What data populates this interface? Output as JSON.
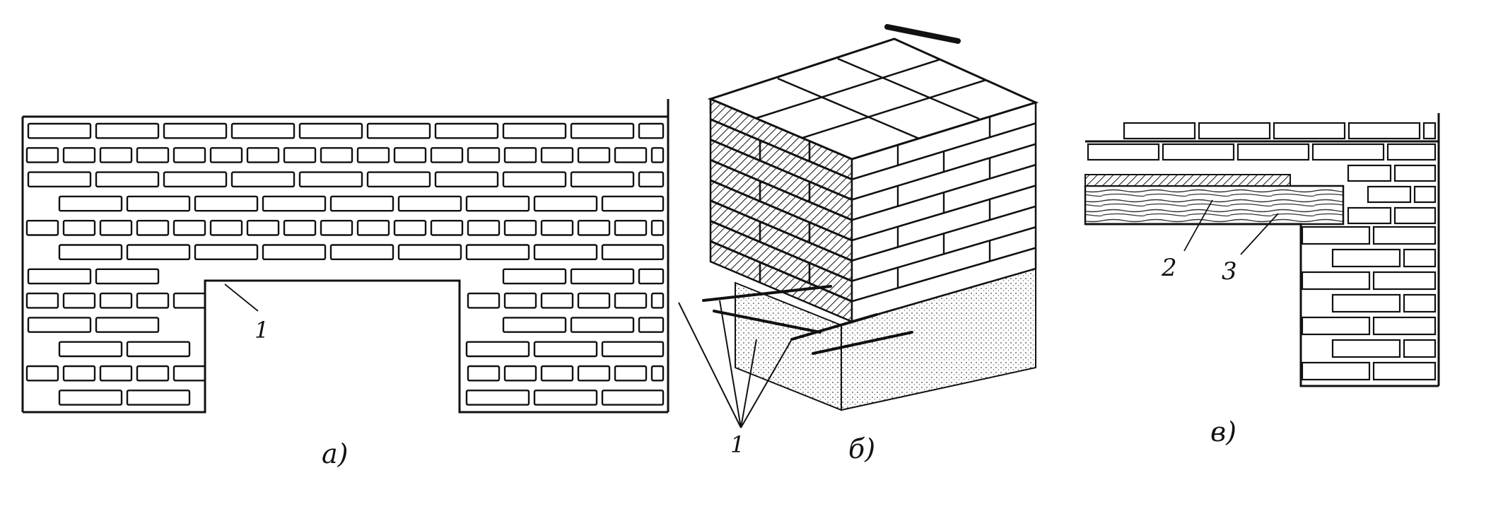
{
  "figure": {
    "panels": [
      {
        "id": "a",
        "caption": "а)",
        "callouts": [
          "1"
        ]
      },
      {
        "id": "b",
        "caption": "б)",
        "callouts": [
          "1"
        ]
      },
      {
        "id": "c",
        "caption": "в)",
        "callouts": [
          "2",
          "3"
        ]
      }
    ]
  },
  "colors": {
    "ink": "#111111",
    "paper": "#ffffff"
  }
}
